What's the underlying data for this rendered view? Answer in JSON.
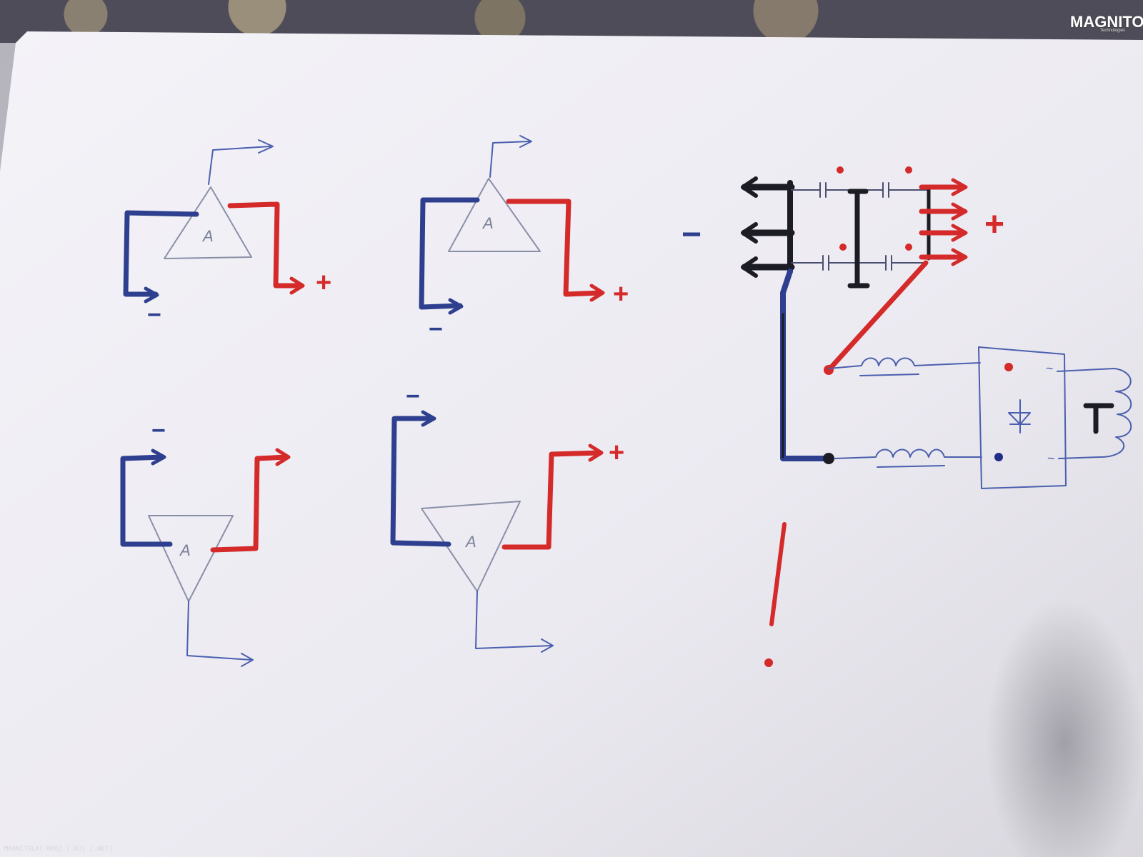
{
  "watermark": {
    "logo_text": "MAGNITOLA",
    "logo_subtext": "Technologies",
    "footer_text": "MAGNITOLA[.ORG] [.RU] [.NET]"
  },
  "diagram": {
    "amp_label": "A",
    "minus_sign": "−",
    "plus_sign": "+",
    "exclamation": "!",
    "ac_symbol": "~",
    "colors": {
      "negative_wire": "#2d3f8e",
      "positive_wire": "#d42a2a",
      "signal_line": "#4a5fae",
      "ground_wire": "#1c1c24",
      "paper": "#f1f0f5"
    }
  }
}
